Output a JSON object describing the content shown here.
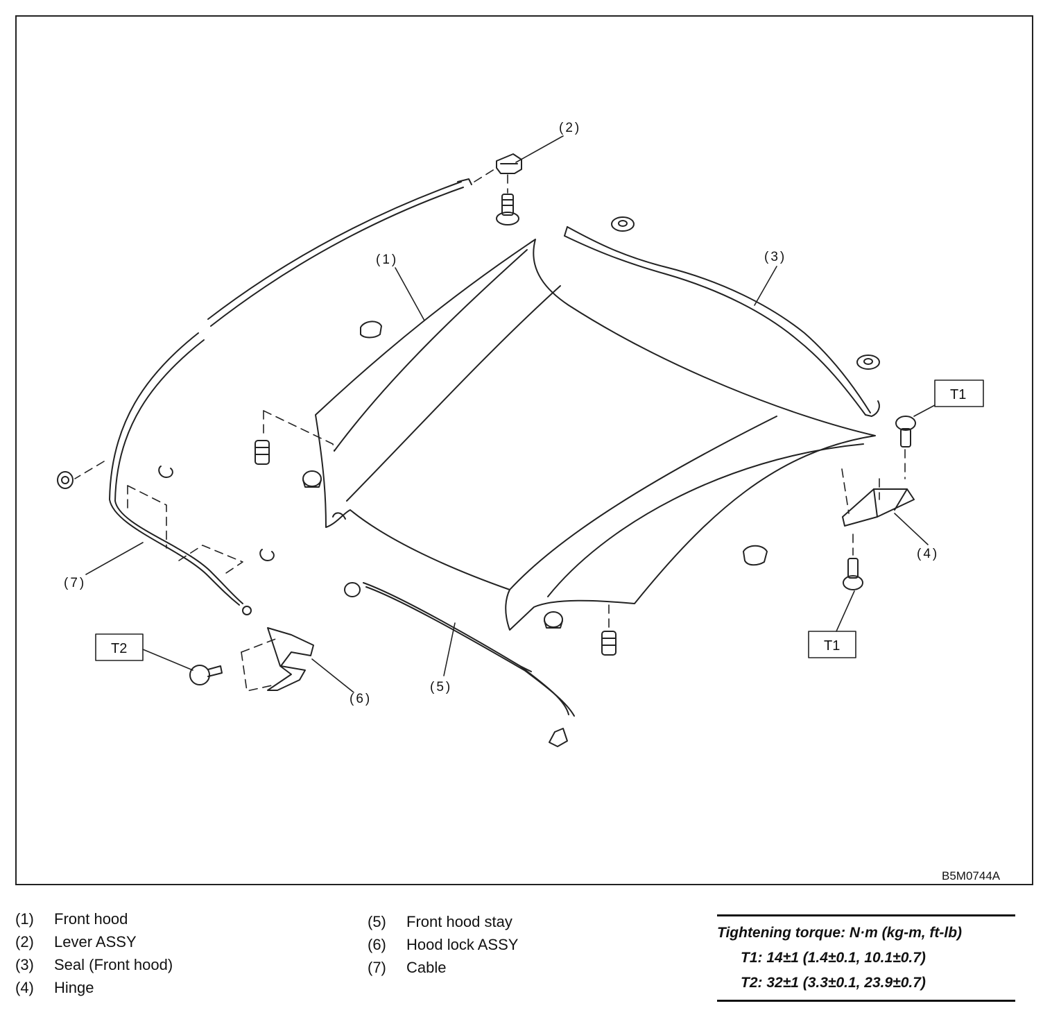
{
  "figure_id": "B5M0744A",
  "callouts": {
    "c1": "(1)",
    "c2": "(2)",
    "c3": "(3)",
    "c4": "(4)",
    "c5": "(5)",
    "c6": "(6)",
    "c7": "(7)"
  },
  "torque_boxes": {
    "t1_upper": "T1",
    "t1_lower": "T1",
    "t2": "T2"
  },
  "legend": [
    {
      "num": "(1)",
      "label": "Front hood"
    },
    {
      "num": "(2)",
      "label": "Lever ASSY"
    },
    {
      "num": "(3)",
      "label": "Seal (Front hood)"
    },
    {
      "num": "(4)",
      "label": "Hinge"
    },
    {
      "num": "(5)",
      "label": "Front hood stay"
    },
    {
      "num": "(6)",
      "label": "Hood lock ASSY"
    },
    {
      "num": "(7)",
      "label": "Cable"
    }
  ],
  "torque": {
    "heading": "Tightening torque: N·m (kg-m, ft-lb)",
    "t1": "T1: 14±1 (1.4±0.1, 10.1±0.7)",
    "t2": "T2: 32±1 (3.3±0.1, 23.9±0.7)"
  }
}
